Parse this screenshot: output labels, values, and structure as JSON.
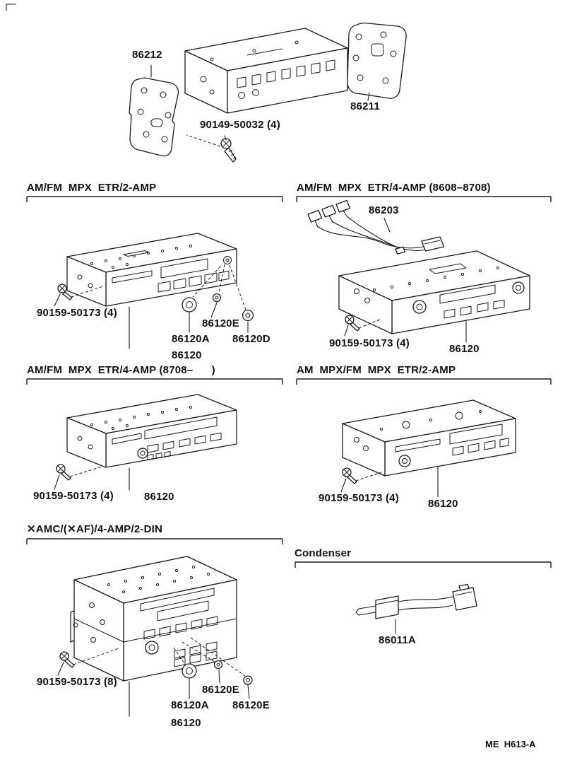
{
  "footer": "ME  H613-A",
  "top_assembly": {
    "bracket_left_part": "86212",
    "bracket_right_part": "86211",
    "screw_part": "90149-50032 (4)"
  },
  "sections": {
    "etr2amp": {
      "title": "AM/FM  MPX  ETR/2-AMP",
      "screw": "90159-50173 (4)",
      "knob_e": "86120E",
      "knob_a": "86120A",
      "knob_d": "86120D",
      "radio": "86120"
    },
    "etr4amp_early": {
      "title": "AM/FM  MPX  ETR/4-AMP (8608–8708)",
      "harness": "86203",
      "screw": "90159-50173 (4)",
      "radio": "86120"
    },
    "etr4amp_late": {
      "title": "AM/FM  MPX  ETR/4-AMP (8708–      )",
      "screw": "90159-50173 (4)",
      "radio": "86120"
    },
    "am_mpx": {
      "title": "AM  MPX/FM  MPX  ETR/2-AMP",
      "screw": "90159-50173 (4)",
      "radio": "86120"
    },
    "amc_2din": {
      "title": "✕AMC/(✕AF)/4-AMP/2-DIN",
      "screw": "90159-50173 (8)",
      "knob_e1": "86120E",
      "knob_a": "86120A",
      "knob_e2": "86120E",
      "radio": "86120"
    },
    "condenser": {
      "title": "Condenser",
      "part": "86011A"
    }
  }
}
